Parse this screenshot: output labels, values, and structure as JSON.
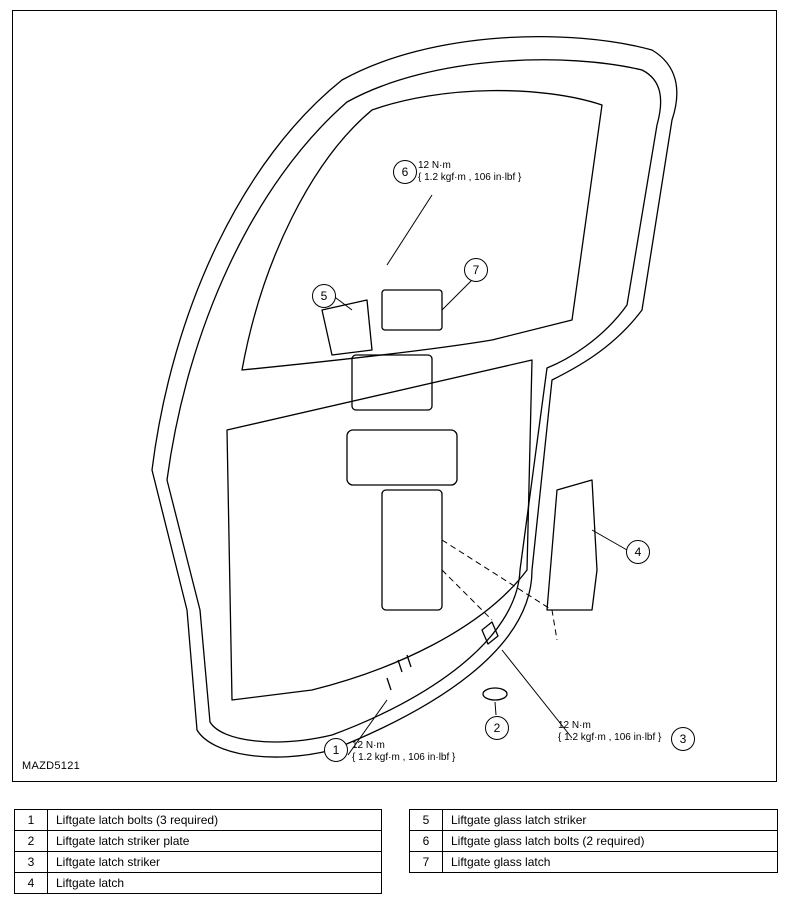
{
  "figure_code": "MAZD5121",
  "callouts": [
    {
      "num": "1",
      "torque_nm": "12 N·m",
      "torque_alt": "{ 1.2 kgf·m , 106 in·lbf }"
    },
    {
      "num": "2"
    },
    {
      "num": "3",
      "torque_nm": "12 N·m",
      "torque_alt": "{ 1.2 kgf·m , 106 in·lbf }"
    },
    {
      "num": "4"
    },
    {
      "num": "5"
    },
    {
      "num": "6",
      "torque_nm": "12 N·m",
      "torque_alt": "{ 1.2 kgf·m , 106 in·lbf }"
    },
    {
      "num": "7"
    }
  ],
  "legend_left": [
    {
      "num": "1",
      "label": "Liftgate latch bolts (3 required)"
    },
    {
      "num": "2",
      "label": "Liftgate latch striker plate"
    },
    {
      "num": "3",
      "label": "Liftgate latch striker"
    },
    {
      "num": "4",
      "label": "Liftgate latch"
    }
  ],
  "legend_right": [
    {
      "num": "5",
      "label": "Liftgate glass latch striker"
    },
    {
      "num": "6",
      "label": "Liftgate glass latch bolts (2 required)"
    },
    {
      "num": "7",
      "label": "Liftgate glass latch"
    }
  ]
}
